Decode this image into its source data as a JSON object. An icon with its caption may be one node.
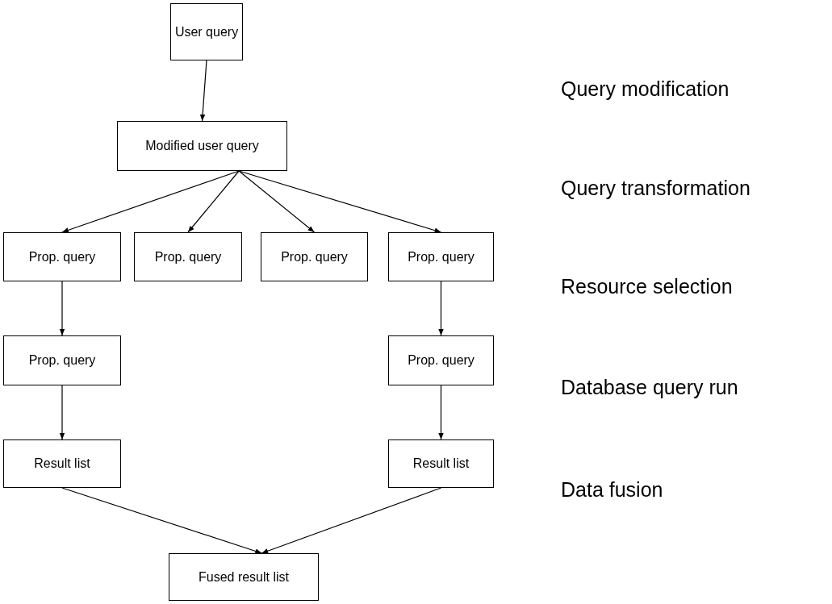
{
  "diagram": {
    "nodes": [
      {
        "text": [
          "User query"
        ]
      },
      {
        "text": [
          "Modified user query"
        ]
      },
      {
        "text": [
          "Prop. query"
        ]
      },
      {
        "text": [
          "Prop. query"
        ]
      },
      {
        "text": [
          "Prop. query"
        ]
      },
      {
        "text": [
          "Prop. query"
        ]
      },
      {
        "text": [
          "Prop. query"
        ]
      },
      {
        "text": [
          "Prop. query"
        ]
      },
      {
        "text": [
          "Result list"
        ]
      },
      {
        "text": [
          "Result list"
        ]
      },
      {
        "text": [
          "Fused result list"
        ]
      }
    ],
    "edges": [
      {
        "from": 0,
        "to": 1,
        "arrow": "to"
      },
      {
        "from": 1,
        "to": 2,
        "arrow": "to"
      },
      {
        "from": 1,
        "to": 3,
        "arrow": "to"
      },
      {
        "from": 1,
        "to": 4,
        "arrow": "to"
      },
      {
        "from": 1,
        "to": 5,
        "arrow": "to"
      },
      {
        "from": 2,
        "to": 6,
        "arrow": "to"
      },
      {
        "from": 5,
        "to": 7,
        "arrow": "to"
      },
      {
        "from": 6,
        "to": 8,
        "arrow": "to"
      },
      {
        "from": 7,
        "to": 9,
        "arrow": "to"
      },
      {
        "from": 8,
        "to": 10,
        "arrow": "to"
      },
      {
        "from": 9,
        "to": 10,
        "arrow": "to"
      }
    ],
    "labels": [
      "Query modification",
      "Query transformation",
      "Resource selection",
      "Database query run",
      "Data fusion"
    ]
  }
}
